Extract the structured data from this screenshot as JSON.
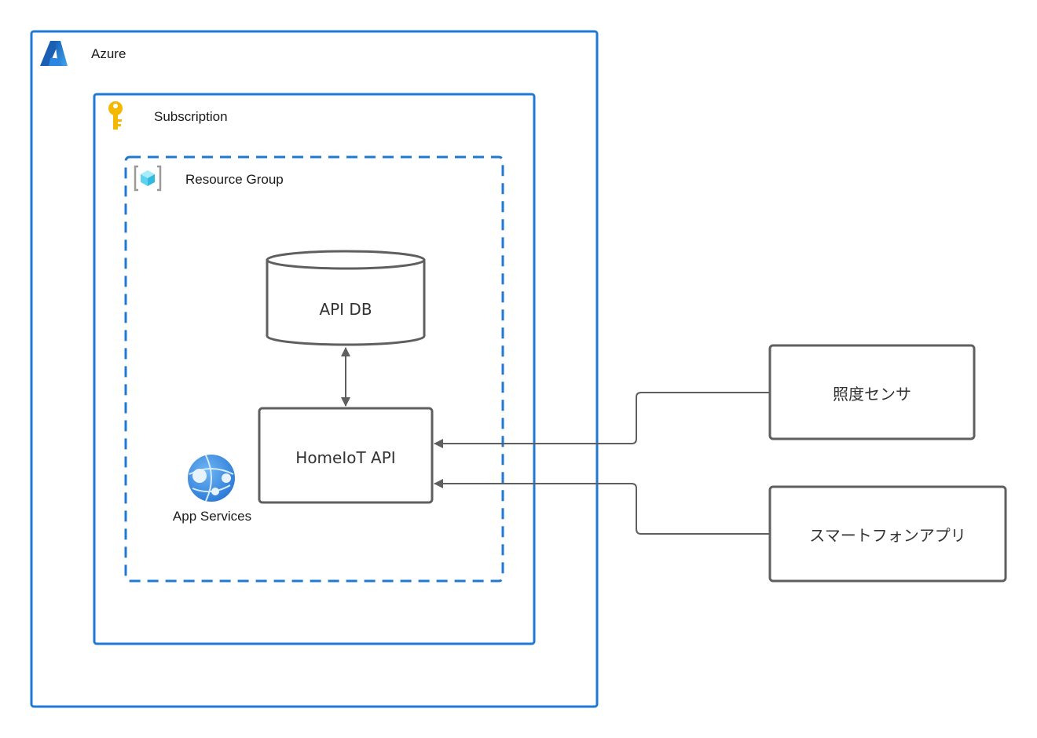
{
  "colors": {
    "container_border": "#1f78d1",
    "node_border": "#5f5f5f",
    "edge": "#5f5f5f",
    "azure_icon": "#1b6fd0",
    "key_icon": "#f5b800",
    "resource_group_icon": "#5ed3f0",
    "app_services_icon": "#3c8ce0"
  },
  "containers": {
    "azure": {
      "label": "Azure",
      "icon": "azure-logo-icon"
    },
    "subscription": {
      "label": "Subscription",
      "icon": "key-icon"
    },
    "resource_group": {
      "label": "Resource Group",
      "icon": "resource-group-icon",
      "border_style": "dashed"
    }
  },
  "nodes": {
    "api_db": {
      "label": "API DB",
      "shape": "cylinder"
    },
    "homeiot_api": {
      "label": "HomeIoT API",
      "shape": "rectangle"
    },
    "app_services": {
      "label": "App Services",
      "icon": "app-services-icon"
    },
    "light_sensor": {
      "label": "照度センサ",
      "shape": "rectangle"
    },
    "smartphone_app": {
      "label": "スマートフォンアプリ",
      "shape": "rectangle"
    }
  },
  "edges": [
    {
      "from": "api_db",
      "to": "homeiot_api",
      "direction": "bidirectional"
    },
    {
      "from": "light_sensor",
      "to": "homeiot_api",
      "direction": "forward"
    },
    {
      "from": "smartphone_app",
      "to": "homeiot_api",
      "direction": "forward"
    }
  ]
}
